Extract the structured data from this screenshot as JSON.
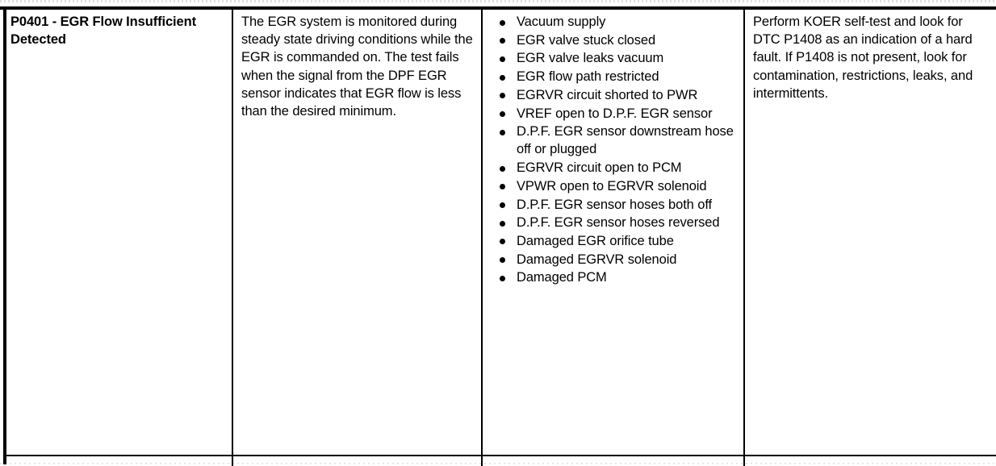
{
  "document": {
    "type": "dtc-reference-table",
    "columns": [
      {
        "key": "code",
        "header_visible": false
      },
      {
        "key": "description",
        "header_visible": false
      },
      {
        "key": "possible_causes",
        "header_visible": false
      },
      {
        "key": "diagnostic_aids",
        "header_visible": false
      }
    ]
  },
  "row": {
    "code": "P0401 - EGR Flow Insufficient Detected",
    "description": "The EGR system is monitored during steady state driving conditions while the EGR is commanded on. The test fails when the signal from the DPF EGR sensor indicates that EGR flow is less than the desired minimum.",
    "causes": [
      "Vacuum supply",
      "EGR valve stuck closed",
      "EGR valve leaks vacuum",
      "EGR flow path restricted",
      "EGRVR circuit shorted to PWR",
      "VREF open to D.P.F. EGR sensor",
      "D.P.F. EGR sensor downstream hose off or plugged",
      "EGRVR circuit open to PCM",
      "VPWR open to EGRVR solenoid",
      "D.P.F. EGR sensor hoses both off",
      "D.P.F. EGR sensor hoses reversed",
      "Damaged EGR orifice tube",
      "Damaged EGRVR solenoid",
      "Damaged PCM"
    ],
    "action": "Perform KOER self-test and look for DTC P1408 as an indication of a hard fault. If P1408 is not present, look for contamination, restrictions, leaks, and intermittents."
  },
  "next_row": {
    "code": "",
    "description": "",
    "causes_text": "",
    "action": ""
  },
  "colors": {
    "text": "#000000",
    "rule": "#000000",
    "background": "#ffffff"
  }
}
